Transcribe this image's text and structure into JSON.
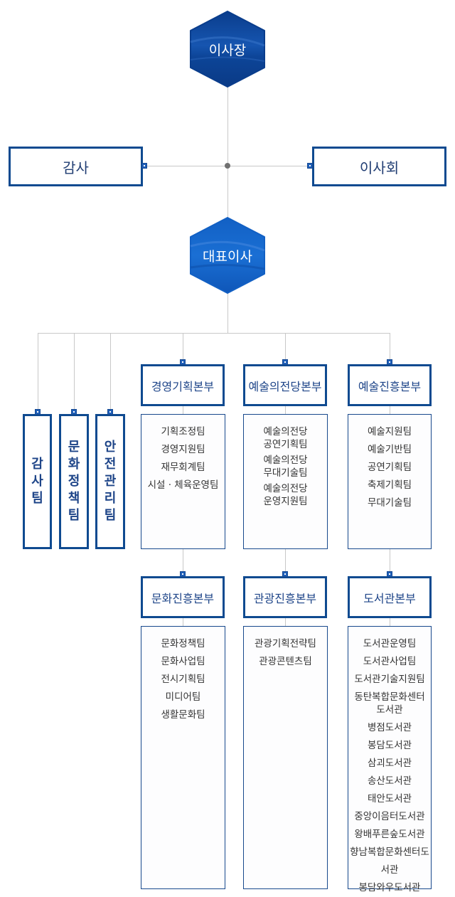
{
  "chairman": {
    "label": "이사장"
  },
  "auditor": {
    "label": "감사"
  },
  "board": {
    "label": "이사회"
  },
  "ceo": {
    "label": "대표이사"
  },
  "direct_teams": [
    {
      "label": "감사팀",
      "chars": [
        "감",
        "사",
        "팀"
      ]
    },
    {
      "label": "문화정책팀",
      "chars": [
        "문",
        "화",
        "정",
        "책",
        "팀"
      ]
    },
    {
      "label": "안전관리팀",
      "chars": [
        "안",
        "전",
        "관",
        "리",
        "팀"
      ]
    }
  ],
  "headquarters": [
    {
      "name": "경영기획본부",
      "teams": [
        "기획조정팀",
        "경영지원팀",
        "재무회계팀",
        "시설 · 체육운영팀"
      ]
    },
    {
      "name": "예술의전당본부",
      "teams": [
        "예술의전당\n공연기획팀",
        "예술의전당\n무대기술팀",
        "예술의전당\n운영지원팀"
      ]
    },
    {
      "name": "예술진흥본부",
      "teams": [
        "예술지원팀",
        "예술기반팀",
        "공연기획팀",
        "축제기획팀",
        "무대기술팀"
      ]
    },
    {
      "name": "문화진흥본부",
      "teams": [
        "문화정책팀",
        "문화사업팀",
        "전시기획팀",
        "미디어팀",
        "생활문화팀"
      ]
    },
    {
      "name": "관광진흥본부",
      "teams": [
        "관광기획전략팀",
        "관광콘텐츠팀"
      ]
    },
    {
      "name": "도서관본부",
      "teams": [
        "도서관운영팀",
        "도서관사업팀",
        "도서관기술지원팀",
        "동탄복합문화센터\n도서관",
        "병점도서관",
        "봉담도서관",
        "삼괴도서관",
        "송산도서관",
        "태안도서관",
        "중앙이음터도서관",
        "왕배푸른숲도서관",
        "향남복합문화센터도서관",
        "봉담와우도서관"
      ]
    }
  ],
  "colors": {
    "hex_dark": "#0b3f8f",
    "hex_light": "#1463c8",
    "border": "#0f4a90",
    "line": "#c8c8c8"
  }
}
